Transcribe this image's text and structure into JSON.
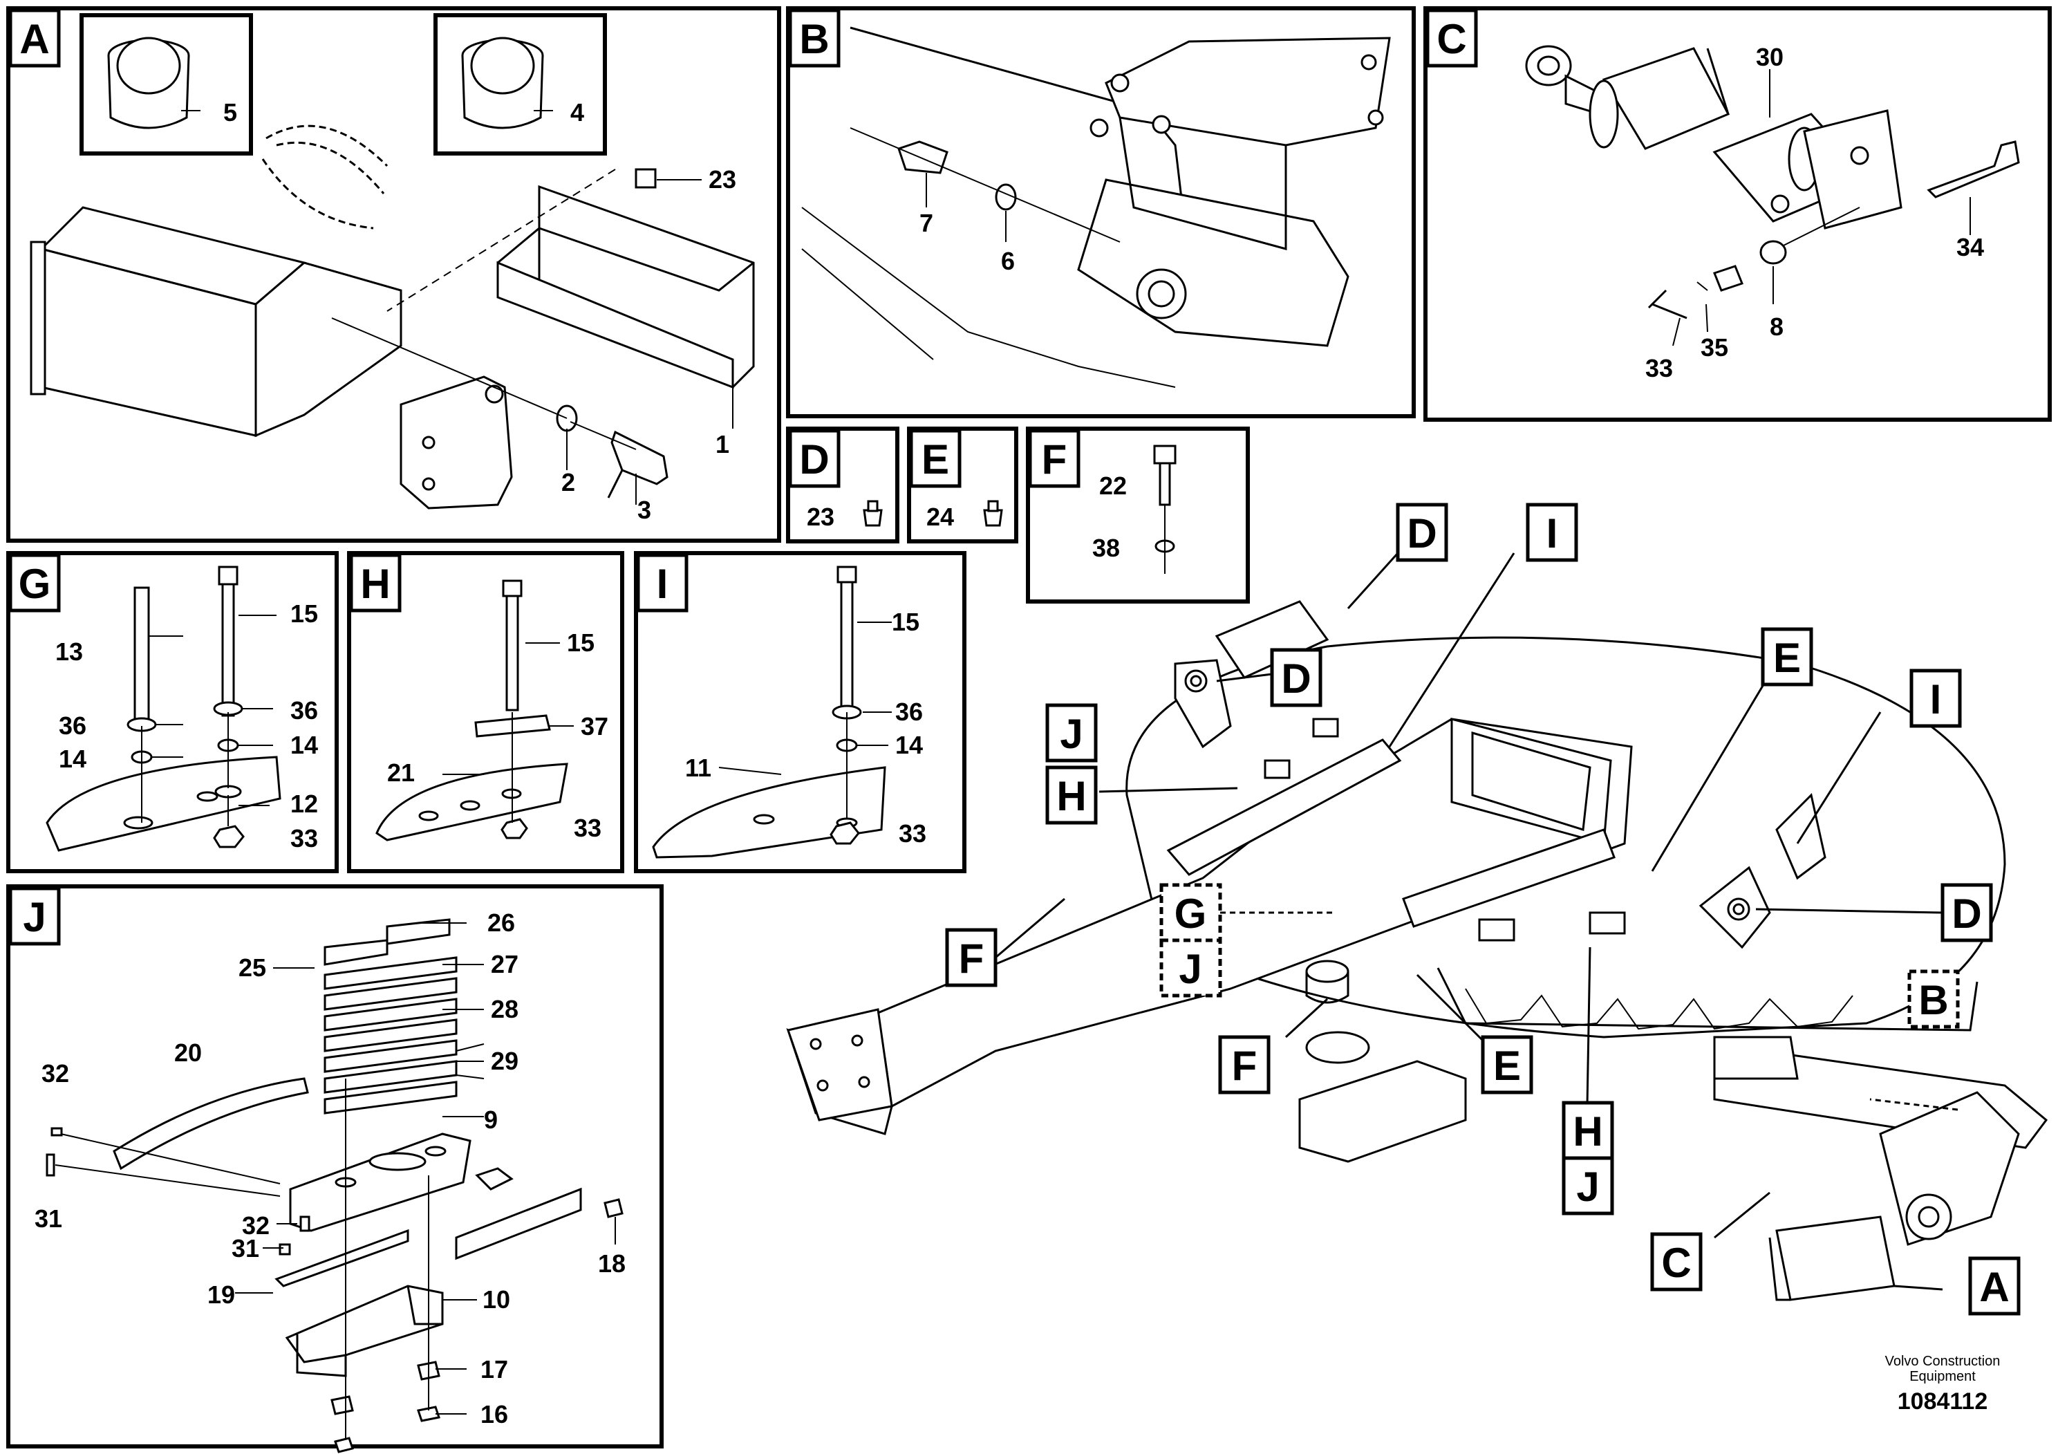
{
  "panels": {
    "A": {
      "letter": "A",
      "labels": [
        "5",
        "4",
        "23",
        "1",
        "2",
        "3"
      ]
    },
    "B": {
      "letter": "B",
      "labels": [
        "7",
        "6"
      ]
    },
    "C": {
      "letter": "C",
      "labels": [
        "30",
        "34",
        "8",
        "33",
        "35"
      ]
    },
    "D": {
      "letter": "D",
      "labels": [
        "23"
      ]
    },
    "E": {
      "letter": "E",
      "labels": [
        "24"
      ]
    },
    "F": {
      "letter": "F",
      "labels": [
        "22",
        "38"
      ]
    },
    "G": {
      "letter": "G",
      "labels": [
        "15",
        "13",
        "36",
        "36",
        "14",
        "14",
        "12",
        "33"
      ]
    },
    "H": {
      "letter": "H",
      "labels": [
        "15",
        "37",
        "21",
        "33"
      ]
    },
    "I": {
      "letter": "I",
      "labels": [
        "15",
        "36",
        "14",
        "11",
        "33"
      ]
    },
    "J": {
      "letter": "J",
      "labels": [
        "26",
        "25",
        "27",
        "28",
        "29",
        "20",
        "9",
        "32",
        "31",
        "32",
        "31",
        "19",
        "18",
        "10",
        "17",
        "16"
      ]
    }
  },
  "main_view_tags": [
    "D",
    "I",
    "D",
    "J",
    "H",
    "E",
    "I",
    "G",
    "J",
    "D",
    "F",
    "F",
    "E",
    "H",
    "J",
    "B",
    "C",
    "A"
  ],
  "footer": {
    "company": "Volvo Construction",
    "company2": "Equipment",
    "drawing_number": "1084112"
  }
}
